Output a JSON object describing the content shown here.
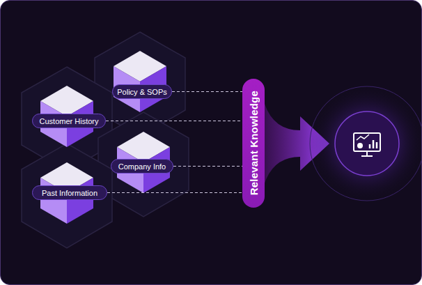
{
  "diagram": {
    "nodes": [
      {
        "text": [
          "Policy & SOPs"
        ]
      },
      {
        "text": [
          "Customer History"
        ]
      },
      {
        "text": [
          "Company Info"
        ]
      },
      {
        "text": [
          "Past Information"
        ]
      },
      {
        "text": [
          "Relevant Knowledge"
        ]
      }
    ],
    "edges": [
      {
        "from": 0,
        "to": 4,
        "arrow": "none"
      },
      {
        "from": 1,
        "to": 4,
        "arrow": "none"
      },
      {
        "from": 2,
        "to": 4,
        "arrow": "none"
      },
      {
        "from": 3,
        "to": 4,
        "arrow": "none"
      }
    ]
  }
}
